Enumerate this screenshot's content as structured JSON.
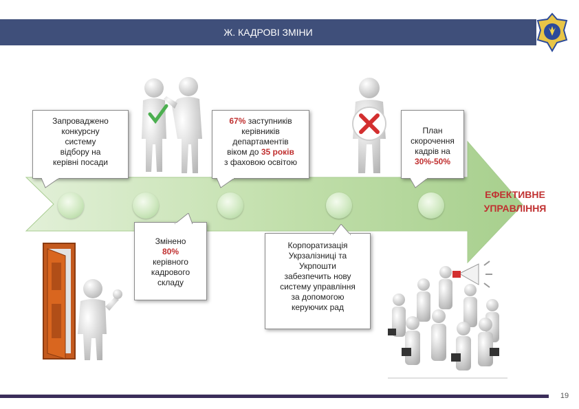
{
  "header": {
    "title": "Ж. КАДРОВІ ЗМІНИ"
  },
  "callouts": {
    "c1": {
      "lines": [
        "Запроваджено",
        "конкурсну",
        "систему",
        "відбору на",
        "керівні посади"
      ]
    },
    "c2": {
      "line1_bold": "67%",
      "line1_rest": " заступників",
      "line2": "керівників",
      "line3": "департаментів",
      "line4_pre": "віком до ",
      "line4_bold": "35 років",
      "line5": "з фаховою освітою"
    },
    "c3": {
      "lines": [
        "План",
        "скорочення",
        "кадрів на"
      ],
      "bold_line": "30%-50%"
    },
    "c4": {
      "line1": "Змінено",
      "bold": "80%",
      "lines": [
        "керівного",
        "кадрового",
        "складу"
      ]
    },
    "c5": {
      "lines": [
        "Корпоратизація",
        "Укрзалізниці та",
        "Укрпошти",
        "забезпечить нову",
        "систему управління",
        "за допомогою",
        "керуючих рад"
      ]
    }
  },
  "goal": {
    "line1": "ЕФЕКТИВНЕ",
    "line2": "УПРАВЛІННЯ"
  },
  "page_number": "19",
  "colors": {
    "header_bg": "#3f4f7a",
    "arrow": "#b6d69f",
    "accent_red": "#c03030",
    "check_green": "#4caf50",
    "cross_red": "#d32f2f",
    "footer": "#3b2d5a"
  },
  "icons": [
    "emblem-icon",
    "checkmark-icon",
    "cross-icon",
    "megaphone-icon",
    "door-icon",
    "briefcase-icon"
  ]
}
